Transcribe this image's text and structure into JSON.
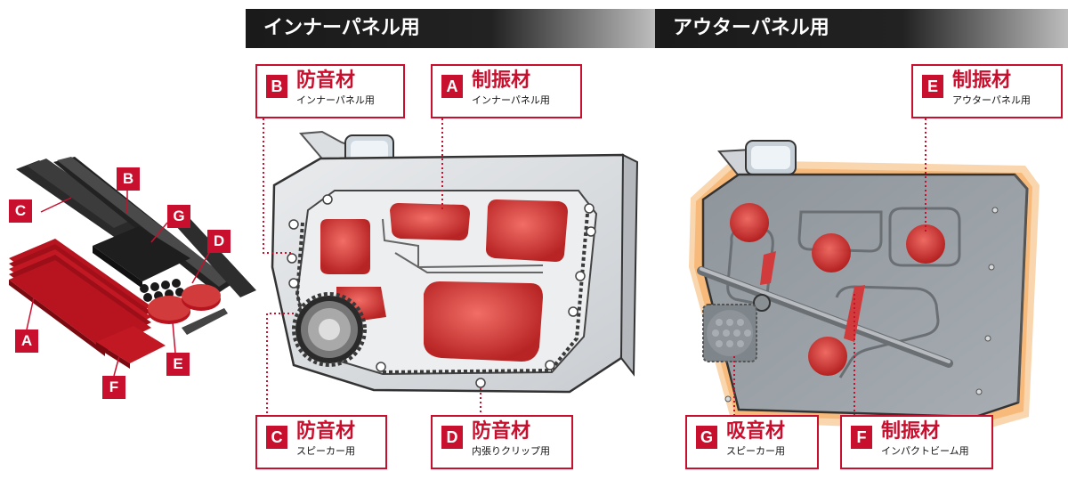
{
  "headers": {
    "inner": "インナーパネル用",
    "outer": "アウターパネル用"
  },
  "labels": {
    "B": {
      "letter": "B",
      "title": "防音材",
      "sub": "インナーパネル用"
    },
    "A": {
      "letter": "A",
      "title": "制振材",
      "sub": "インナーパネル用"
    },
    "C": {
      "letter": "C",
      "title": "防音材",
      "sub": "スピーカー用"
    },
    "D": {
      "letter": "D",
      "title": "防音材",
      "sub": "内張りクリップ用"
    },
    "E": {
      "letter": "E",
      "title": "制振材",
      "sub": "アウターパネル用"
    },
    "G": {
      "letter": "G",
      "title": "吸音材",
      "sub": "スピーカー用"
    },
    "F": {
      "letter": "F",
      "title": "制振材",
      "sub": "インパクトビーム用"
    }
  },
  "kit_labels": {
    "B": "B",
    "C": "C",
    "G": "G",
    "D": "D",
    "A": "A",
    "E": "E",
    "F": "F"
  },
  "colors": {
    "accent": "#c8102e",
    "header_bg": "#1a1a1a",
    "panel_gray": "#9aa0a6",
    "glow": "#f39a3c"
  }
}
